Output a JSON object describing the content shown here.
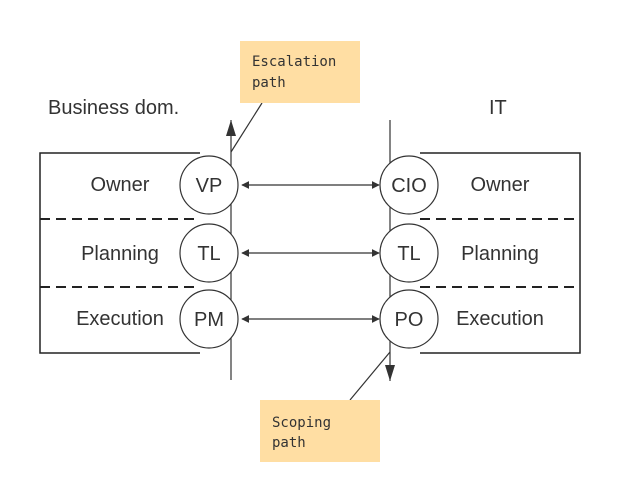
{
  "headings": {
    "business": "Business dom.",
    "it": "IT"
  },
  "business_levels": [
    "Owner",
    "Planning",
    "Execution"
  ],
  "it_levels": [
    "Owner",
    "Planning",
    "Execution"
  ],
  "business_roles": [
    "VP",
    "TL",
    "PM"
  ],
  "it_roles": [
    "CIO",
    "TL",
    "PO"
  ],
  "notes": {
    "escalation": [
      "Escalation",
      "path"
    ],
    "scoping": [
      "Scoping",
      "path"
    ]
  },
  "colors": {
    "note_bg": "#ffdea3",
    "stroke": "#222222",
    "text": "#333333"
  }
}
